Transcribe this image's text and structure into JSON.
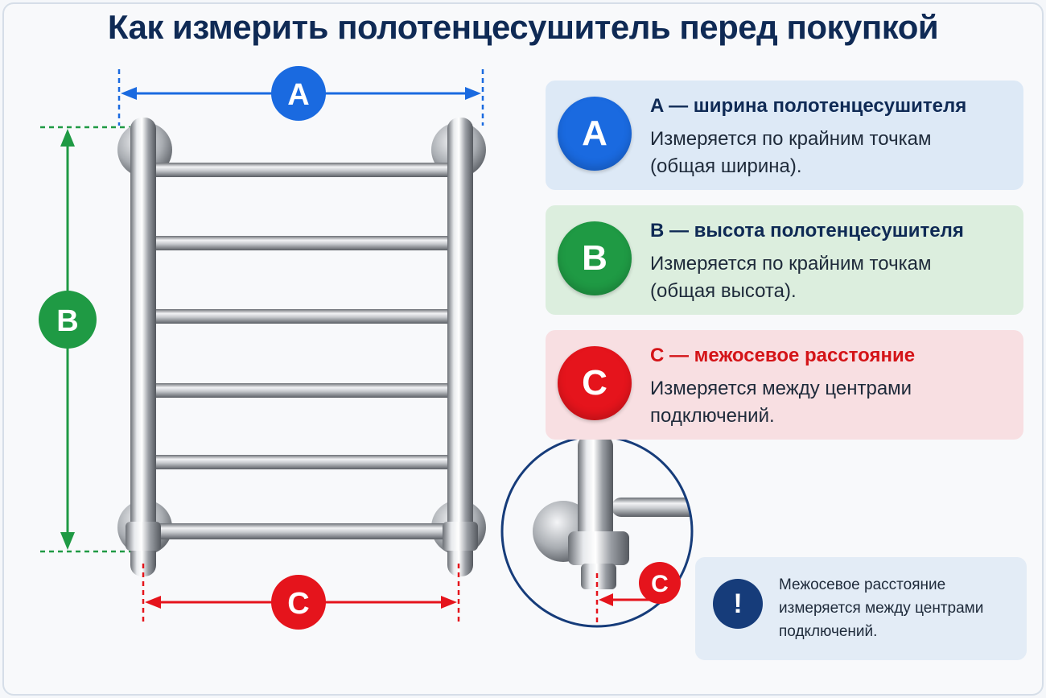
{
  "title": "Как измерить полотенцесушитель перед покупкой",
  "labels": {
    "a": "A",
    "b": "B",
    "c": "C"
  },
  "cards": [
    {
      "letter": "A",
      "title": "A — ширина полотенцесушителя",
      "desc_1": "Измеряется по крайним точкам",
      "desc_2": "(общая ширина)."
    },
    {
      "letter": "B",
      "title": "B — высота полотенцесушителя",
      "desc_1": "Измеряется по крайним точкам",
      "desc_2": "(общая высота)."
    },
    {
      "letter": "C",
      "title": "C — межосевое расстояние",
      "desc_1": "Измеряется между центрами",
      "desc_2": "подключений."
    }
  ],
  "note": {
    "icon": "!",
    "icon_name": "exclamation-icon",
    "text_1": "Межосевое расстояние",
    "text_2": "измеряется между центрами",
    "text_3": "подключений."
  },
  "colors": {
    "width_a": "#1a6ae0",
    "height_b": "#1f9a44",
    "center_c": "#e5141c",
    "title": "#0f2a55"
  }
}
